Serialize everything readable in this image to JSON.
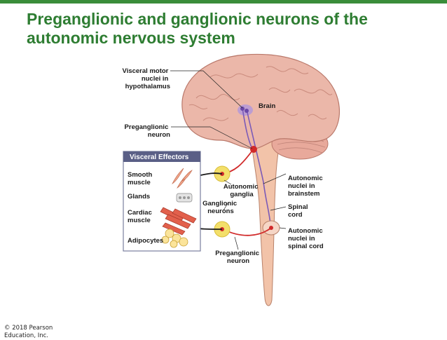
{
  "slide": {
    "title_line1": "Preganglionic and ganglionic neurons of the",
    "title_line2": "autonomic nervous system",
    "copyright": "© 2018 Pearson Education, Inc."
  },
  "labels": {
    "visceral_motor": [
      "Visceral motor",
      "nuclei in",
      "hypothalamus"
    ],
    "brain": "Brain",
    "preganglionic_upper": [
      "Preganglionic",
      "neuron"
    ],
    "visceral_effectors": "Visceral Effectors",
    "smooth_muscle": [
      "Smooth",
      "muscle"
    ],
    "glands": "Glands",
    "cardiac_muscle": [
      "Cardiac",
      "muscle"
    ],
    "adipocytes": "Adipocytes",
    "autonomic_ganglia": [
      "Autonomic",
      "ganglia"
    ],
    "ganglionic_neurons": [
      "Ganglionic",
      "neurons"
    ],
    "preganglionic_lower": [
      "Preganglionic",
      "neuron"
    ],
    "autonomic_brainstem": [
      "Autonomic",
      "nuclei in",
      "brainstem"
    ],
    "spinal_cord": [
      "Spinal",
      "cord"
    ],
    "autonomic_spinal": [
      "Autonomic",
      "nuclei in",
      "spinal cord"
    ]
  },
  "colors": {
    "accent_green": "#2e7d32",
    "brain_pink": "#e9b3a6",
    "nucleus_purple": "#8e6bbf",
    "preganglionic_purple": "#7a5ab8",
    "ganglionic_red": "#d12a2a",
    "ganglion_yellow": "#f3df6a",
    "box_header": "#5a5f86"
  }
}
